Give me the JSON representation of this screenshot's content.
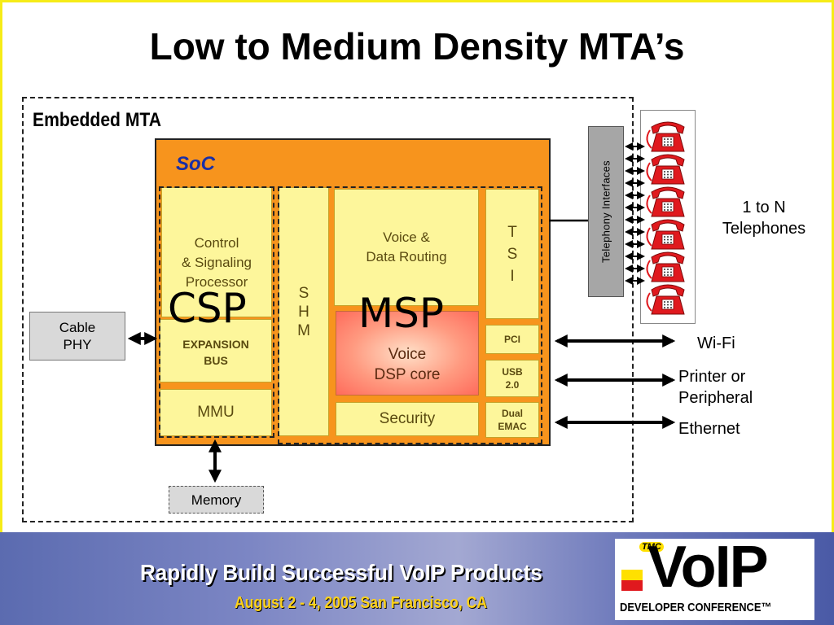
{
  "title": "Low to Medium Density MTA’s",
  "embedded_label": "Embedded MTA",
  "soc_label": "SoC",
  "csp": {
    "big_label": "CSP",
    "control_line1": "Control",
    "control_line2": "& Signaling",
    "control_line3": "Processor",
    "expansion_line1": "EXPANSION",
    "expansion_line2": "BUS",
    "mmu": "MMU"
  },
  "shm": [
    "S",
    "H",
    "M"
  ],
  "msp": {
    "big_label": "MSP",
    "voice_routing_line1": "Voice &",
    "voice_routing_line2": "Data Routing",
    "dsp_line1": "Voice",
    "dsp_line2": "DSP core",
    "security": "Security"
  },
  "tsi": [
    "T",
    "S",
    "I"
  ],
  "ports": {
    "pci": "PCI",
    "usb_line1": "USB",
    "usb_line2": "2.0",
    "emac_line1": "Dual",
    "emac_line2": "EMAC"
  },
  "cable_phy": {
    "line1": "Cable",
    "line2": "PHY"
  },
  "memory": "Memory",
  "telephony": "Telephony Interfaces",
  "telephones": {
    "line1": "1 to N",
    "line2": "Telephones"
  },
  "peripherals": {
    "wifi": "Wi-Fi",
    "printer_line1": "Printer or",
    "printer_line2": "Peripheral",
    "ethernet": "Ethernet"
  },
  "banner": {
    "headline": "Rapidly Build Successful VoIP Products",
    "dates": "August 2 - 4, 2005 San Francisco, CA",
    "tmc": "TMC",
    "logo": "VoIP",
    "conference": "DEVELOPER CONFERENCE™"
  },
  "colors": {
    "soc_orange": "#f7941d",
    "block_yellow": "#fdf69b",
    "dsp_red": "#ff6b5b",
    "phone_red": "#e0191e",
    "title_frame": "#f6ec18"
  }
}
